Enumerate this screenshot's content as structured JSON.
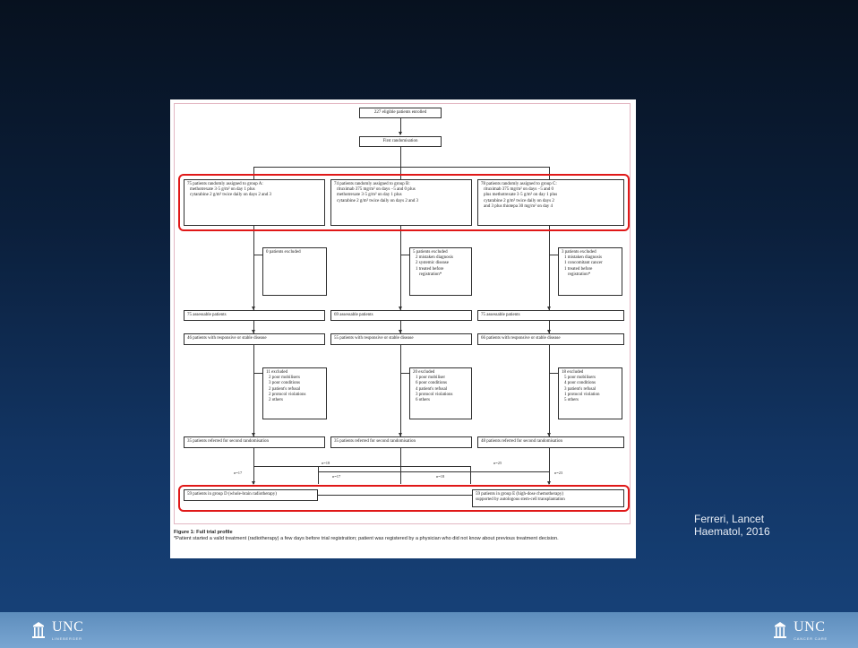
{
  "diagram": {
    "enrolled": "227 eligible patients enrolled",
    "first_randomisation": "First randomisation",
    "group_a": [
      "75 patients randomly assigned to group A:",
      "methotrexate 3·5 g/m² on day 1 plus",
      "cytarabine 2 g/m² twice daily on days 2 and 3"
    ],
    "group_b": [
      "74 patients randomly assigned to group B:",
      "rituximab 375 mg/m² on days −5 and 0 plus",
      "methotrexate 3·5 g/m² on day 1 plus",
      "cytarabine 2 g/m² twice daily on days 2 and 3"
    ],
    "group_c": [
      "78 patients randomly assigned to group C:",
      "rituximab 375 mg/m² on days −5 and 0",
      "plus methotrexate 3·5 g/m² on day 1 plus",
      "cytarabine 2 g/m² twice daily on days 2",
      "and 3 plus thiotepa 30 mg/m² on day 4"
    ],
    "excl_a": [
      "0 patients excluded"
    ],
    "excl_b": [
      "5 patients excluded",
      "2 mistaken diagnosis",
      "2 systemic disease",
      "1 treated before",
      "registration*"
    ],
    "excl_c": [
      "3 patients excluded",
      "1 mistaken diagnosis",
      "1 concomitant cancer",
      "1 treated before",
      "registration*"
    ],
    "assess_a": "75 assessable patients",
    "assess_b": "69 assessable patients",
    "assess_c": "75 assessable patients",
    "resp_a": "46 patients with responsive or stable disease",
    "resp_b": "55 patients with responsive or stable disease",
    "resp_c": "66 patients with responsive or stable disease",
    "excl2_a": [
      "11 excluded",
      "2 poor mobilisers",
      "3 poor conditions",
      "2 patient's refusal",
      "2 protocol violations",
      "2 others"
    ],
    "excl2_b": [
      "20 excluded",
      "1 poor mobiliser",
      "6 poor conditions",
      "4 patient's refusal",
      "3 protocol violations",
      "6 others"
    ],
    "excl2_c": [
      "18 excluded",
      "5 poor mobilisers",
      "4 poor conditions",
      "3 patient's refusal",
      "1 protocol violation",
      "5 others"
    ],
    "second_a": "35 patients referred for second randomisation",
    "second_b": "35 patients referred for second randomisation",
    "second_c": "48 patients referred for second randomisation",
    "n_labels": {
      "a_left": "n=17",
      "a_right": "n=18",
      "b_left": "n=17",
      "b_right": "n=18",
      "c_left": "n=25",
      "c_right": "n=23"
    },
    "group_d": "59 patients in group D (whole-brain radiotherapy)",
    "group_e": [
      "59 patients in group E (high-dose chemotherapy)",
      "supported by autologous stem-cell transplantation"
    ],
    "caption_title": "Figure 1: Full trial profile",
    "caption_note": "*Patient started a valid treatment (radiotherapy) a few days before trial registration; patient was registered by a physician who did not know about previous treatment decision.",
    "highlight_color": "#e01818"
  },
  "citation": [
    "Ferreri, Lancet",
    "Haematol, 2016"
  ],
  "footer": {
    "left_logo_text": "UNC",
    "left_logo_subtext": "LINEBERGER",
    "right_logo_text": "UNC",
    "right_logo_subtext": "CANCER CARE",
    "logo_icon": "old-well-icon",
    "footer_color": "#79a6d2"
  }
}
